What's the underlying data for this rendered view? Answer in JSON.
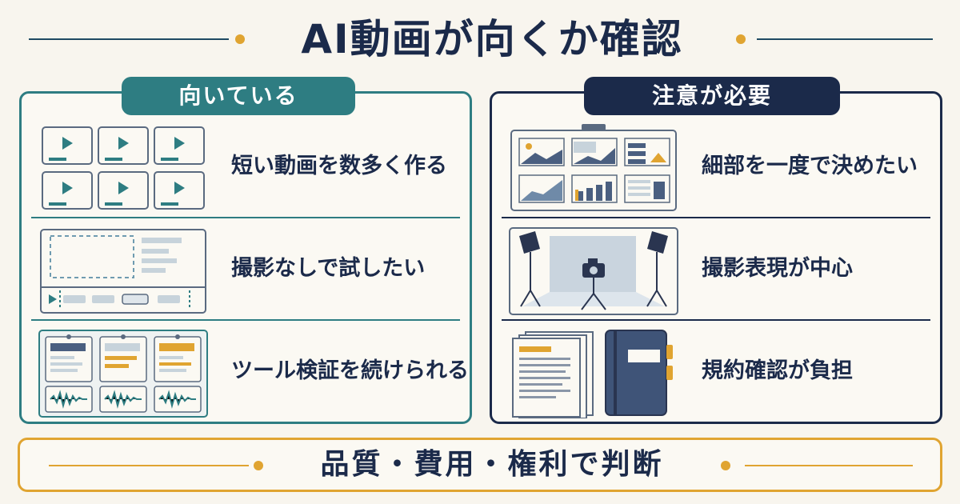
{
  "title": "AI動画が向くか確認",
  "left_panel": {
    "heading": "向いている",
    "items": [
      {
        "label": "短い動画を数多く作る"
      },
      {
        "label": "撮影なしで試したい"
      },
      {
        "label": "ツール検証を続けられる"
      }
    ]
  },
  "right_panel": {
    "heading": "注意が必要",
    "items": [
      {
        "label": "細部を一度で決めたい"
      },
      {
        "label": "撮影表現が中心"
      },
      {
        "label": "規約確認が負担"
      }
    ]
  },
  "footer": {
    "text": "品質・費用・権利で判断"
  },
  "colors": {
    "teal": "#2e7d82",
    "navy": "#1b2a4a",
    "gold": "#e0a431",
    "background": "#f8f5ee"
  }
}
